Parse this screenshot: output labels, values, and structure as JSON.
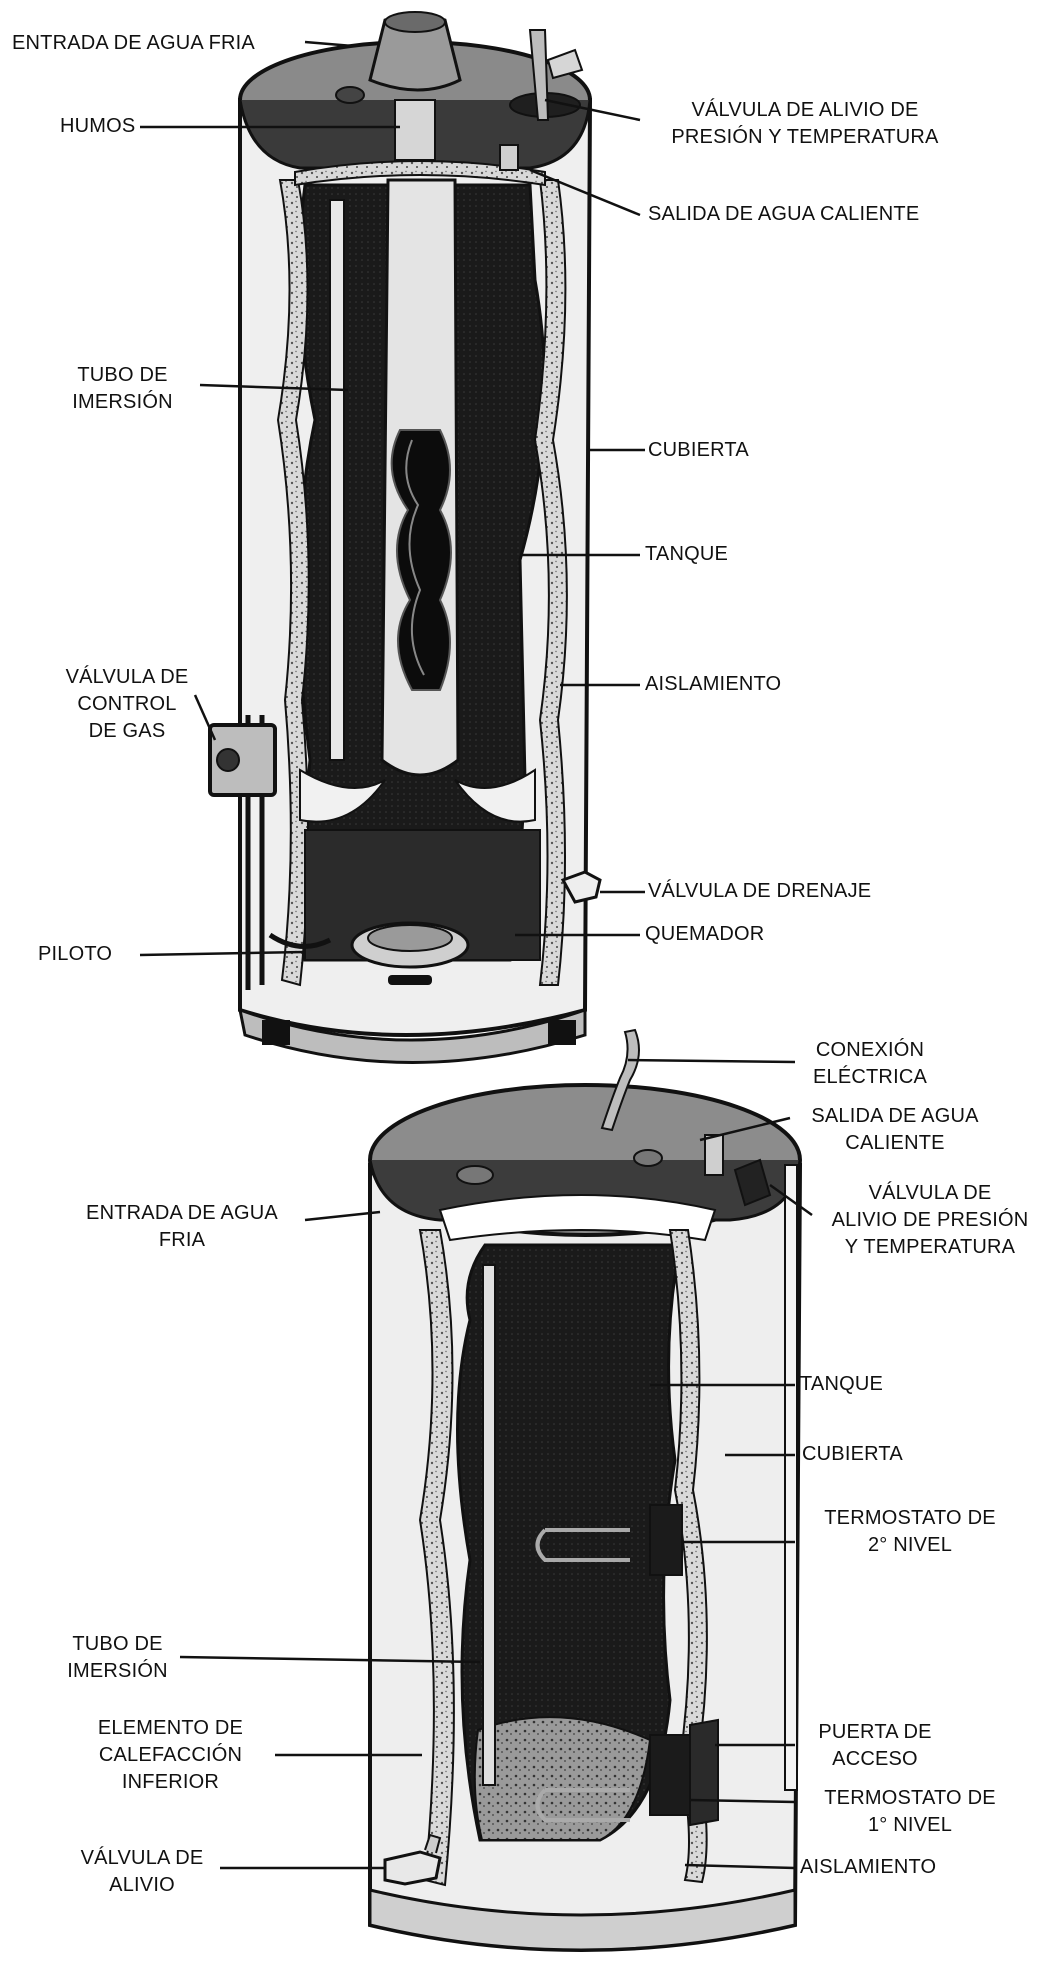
{
  "gas_heater": {
    "labels": {
      "cold_water_inlet": "ENTRADA DE AGUA FRIA",
      "flue": "HUMOS",
      "relief_valve_1": "VÁLVULA DE ALIVIO DE",
      "relief_valve_2": "PRESIÓN Y TEMPERATURA",
      "hot_water_outlet": "SALIDA DE AGUA CALIENTE",
      "dip_tube_1": "TUBO DE",
      "dip_tube_2": "IMERSIÓN",
      "jacket": "CUBIERTA",
      "tank": "TANQUE",
      "gas_valve_1": "VÁLVULA DE",
      "gas_valve_2": "CONTROL",
      "gas_valve_3": "DE GAS",
      "insulation": "AISLAMIENTO",
      "drain_valve": "VÁLVULA DE DRENAJE",
      "pilot": "PILOTO",
      "burner": "QUEMADOR"
    }
  },
  "electric_heater": {
    "labels": {
      "electrical_connection_1": "CONEXIÓN",
      "electrical_connection_2": "ELÉCTRICA",
      "hot_water_outlet_1": "SALIDA DE AGUA",
      "hot_water_outlet_2": "CALIENTE",
      "cold_water_inlet_1": "ENTRADA DE AGUA",
      "cold_water_inlet_2": "FRIA",
      "relief_valve_1": "VÁLVULA DE",
      "relief_valve_2": "ALIVIO DE PRESIÓN",
      "relief_valve_3": "Y TEMPERATURA",
      "tank": "TANQUE",
      "jacket": "CUBIERTA",
      "upper_thermostat_1": "TERMOSTATO DE",
      "upper_thermostat_2": "2° NIVEL",
      "dip_tube_1": "TUBO DE",
      "dip_tube_2": "IMERSIÓN",
      "access_door_1": "PUERTA DE",
      "access_door_2": "ACCESO",
      "lower_element_1": "ELEMENTO DE",
      "lower_element_2": "CALEFACCIÓN",
      "lower_element_3": "INFERIOR",
      "lower_thermostat_1": "TERMOSTATO DE",
      "lower_thermostat_2": "1° NIVEL",
      "relief_drain_valve_1": "VÁLVULA DE",
      "relief_drain_valve_2": "ALIVIO",
      "insulation": "AISLAMIENTO"
    }
  }
}
